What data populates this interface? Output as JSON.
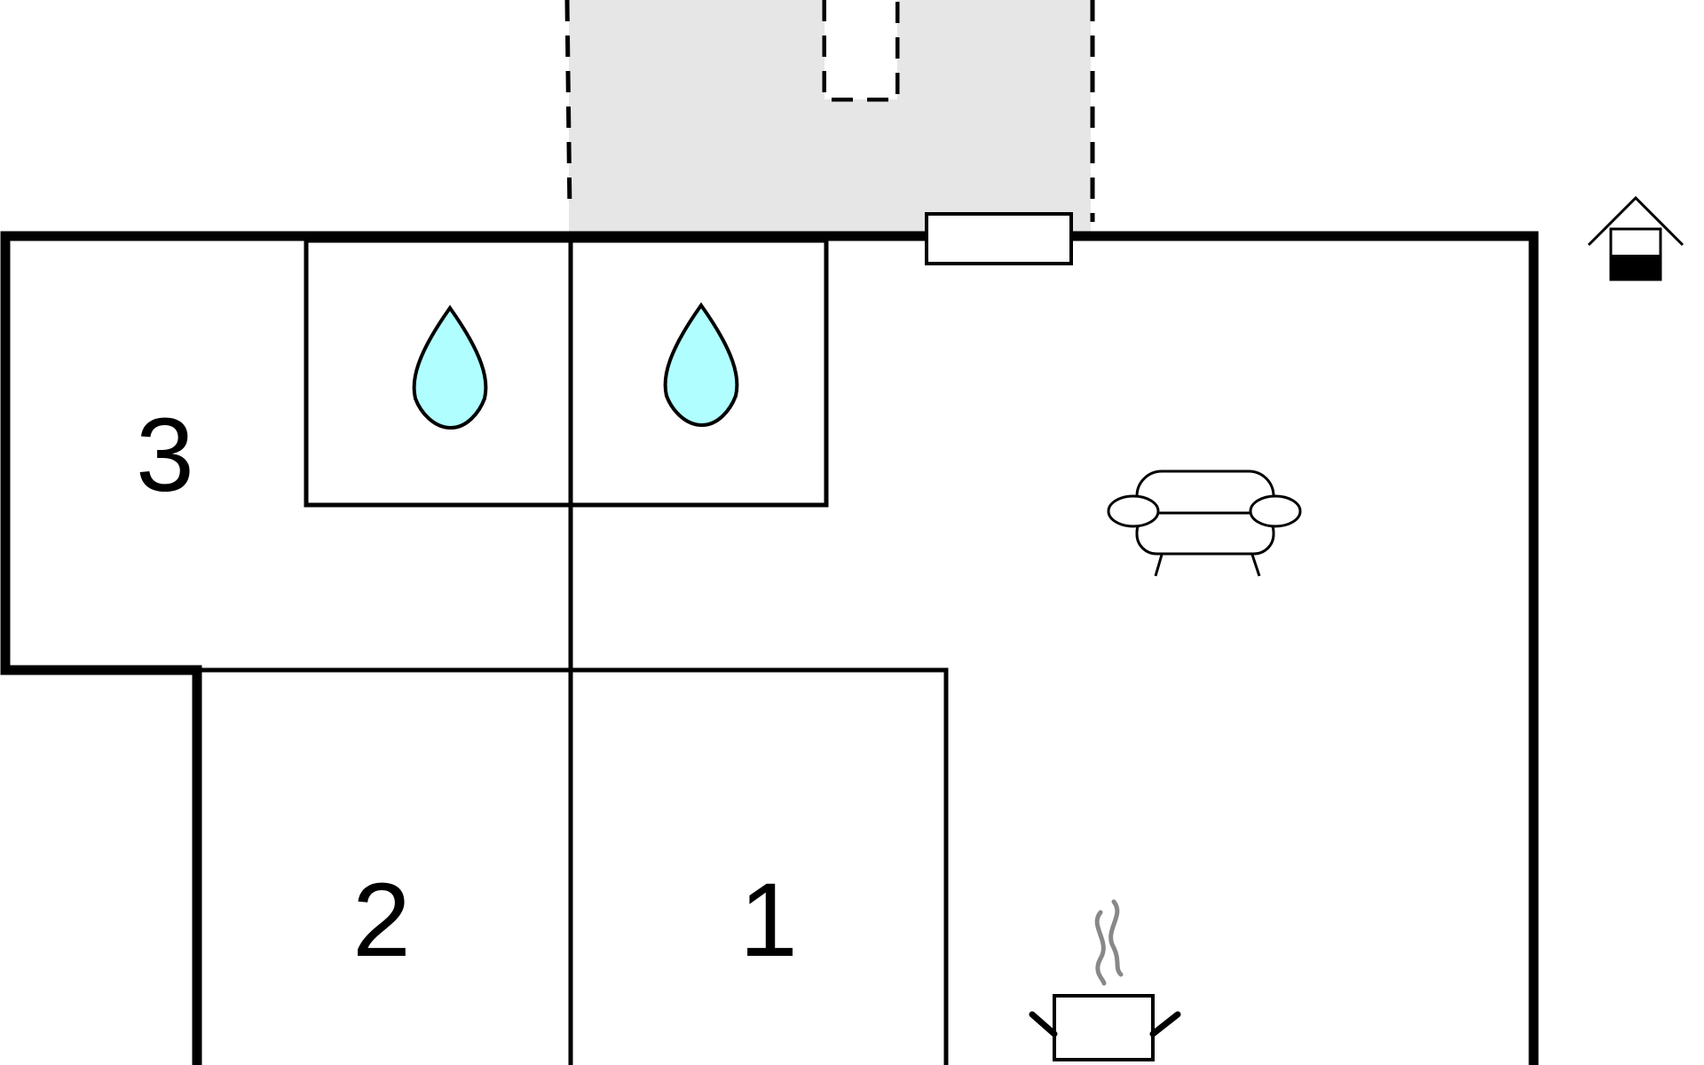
{
  "plan": {
    "colors": {
      "wall": "#000000",
      "terrace": "#e6e6e6",
      "water": "#b0feff",
      "steam": "#888888",
      "background": "#ffffff"
    },
    "rooms": [
      {
        "id": "bedroom-1",
        "number": "1"
      },
      {
        "id": "bedroom-2",
        "number": "2"
      },
      {
        "id": "bedroom-3",
        "number": "3"
      }
    ],
    "icons": [
      "bathroom-water-drop-icon",
      "bathroom-water-drop-icon",
      "living-room-sofa-icon",
      "kitchen-cooking-pot-icon",
      "house-floor-level-icon"
    ]
  }
}
